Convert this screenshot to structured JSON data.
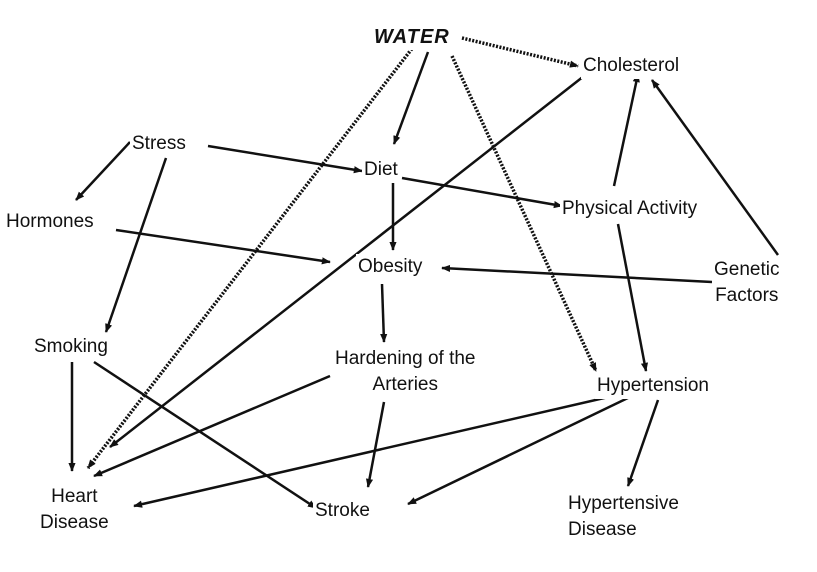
{
  "nodes": {
    "water": "WATER",
    "cholesterol": "Cholesterol",
    "stress": "Stress",
    "diet": "Diet",
    "physical_activity": "Physical Activity",
    "hormones": "Hormones",
    "obesity": "Obesity",
    "genetic_factors": [
      "Genetic",
      "Factors"
    ],
    "smoking": "Smoking",
    "hardening": [
      "Hardening of the",
      "Arteries"
    ],
    "hypertension": "Hypertension",
    "heart_disease": [
      "Heart",
      "Disease"
    ],
    "stroke": "Stroke",
    "hypertensive_disease": [
      "Hypertensive",
      "Disease"
    ]
  },
  "edges": [
    {
      "from": "water",
      "to": "cholesterol",
      "style": "dotted"
    },
    {
      "from": "water",
      "to": "heart_disease",
      "style": "dotted"
    },
    {
      "from": "water",
      "to": "diet",
      "style": "solid"
    },
    {
      "from": "water",
      "to": "hypertension",
      "style": "dotted"
    },
    {
      "from": "cholesterol",
      "to": "heart_disease",
      "style": "solid"
    },
    {
      "from": "stress",
      "to": "hormones",
      "style": "solid"
    },
    {
      "from": "stress",
      "to": "diet",
      "style": "solid"
    },
    {
      "from": "stress",
      "to": "smoking",
      "style": "solid"
    },
    {
      "from": "diet",
      "to": "physical_activity",
      "style": "solid"
    },
    {
      "from": "diet",
      "to": "obesity",
      "style": "solid"
    },
    {
      "from": "hormones",
      "to": "obesity",
      "style": "solid"
    },
    {
      "from": "physical_activity",
      "to": "cholesterol",
      "style": "solid"
    },
    {
      "from": "physical_activity",
      "to": "hypertension",
      "style": "solid"
    },
    {
      "from": "genetic_factors",
      "to": "cholesterol",
      "style": "solid"
    },
    {
      "from": "genetic_factors",
      "to": "obesity",
      "style": "solid"
    },
    {
      "from": "obesity",
      "to": "hardening",
      "style": "solid"
    },
    {
      "from": "smoking",
      "to": "heart_disease",
      "style": "solid"
    },
    {
      "from": "smoking",
      "to": "stroke",
      "style": "solid"
    },
    {
      "from": "hardening",
      "to": "heart_disease",
      "style": "solid"
    },
    {
      "from": "hardening",
      "to": "stroke",
      "style": "solid"
    },
    {
      "from": "hypertension",
      "to": "heart_disease",
      "style": "solid"
    },
    {
      "from": "hypertension",
      "to": "stroke",
      "style": "solid"
    },
    {
      "from": "hypertension",
      "to": "hypertensive_disease",
      "style": "solid"
    }
  ]
}
